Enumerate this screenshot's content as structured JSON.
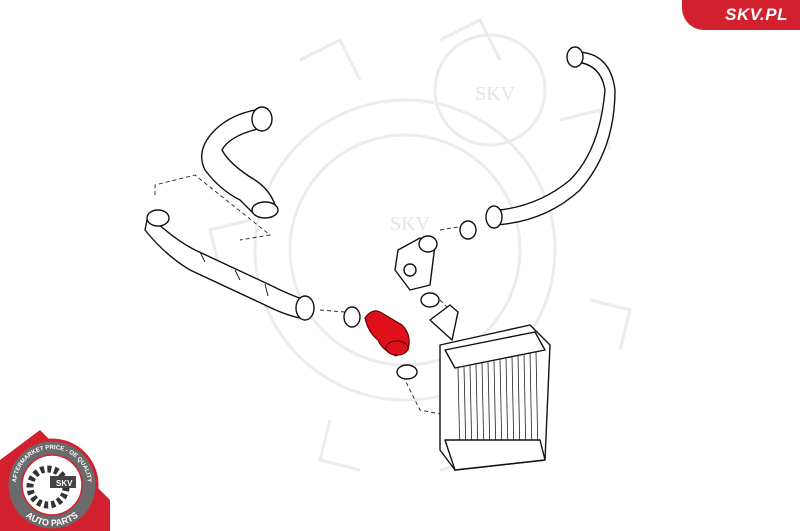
{
  "brand": {
    "label": "SKV.PL",
    "color": "#d3202e"
  },
  "watermark": {
    "text": "SKV"
  },
  "badge": {
    "top_text": "AFTERMARKET PRICE - OE QUALITY",
    "center_text": "SKV",
    "bottom_text": "AUTO PARTS"
  },
  "highlight_color": "#e0101a"
}
